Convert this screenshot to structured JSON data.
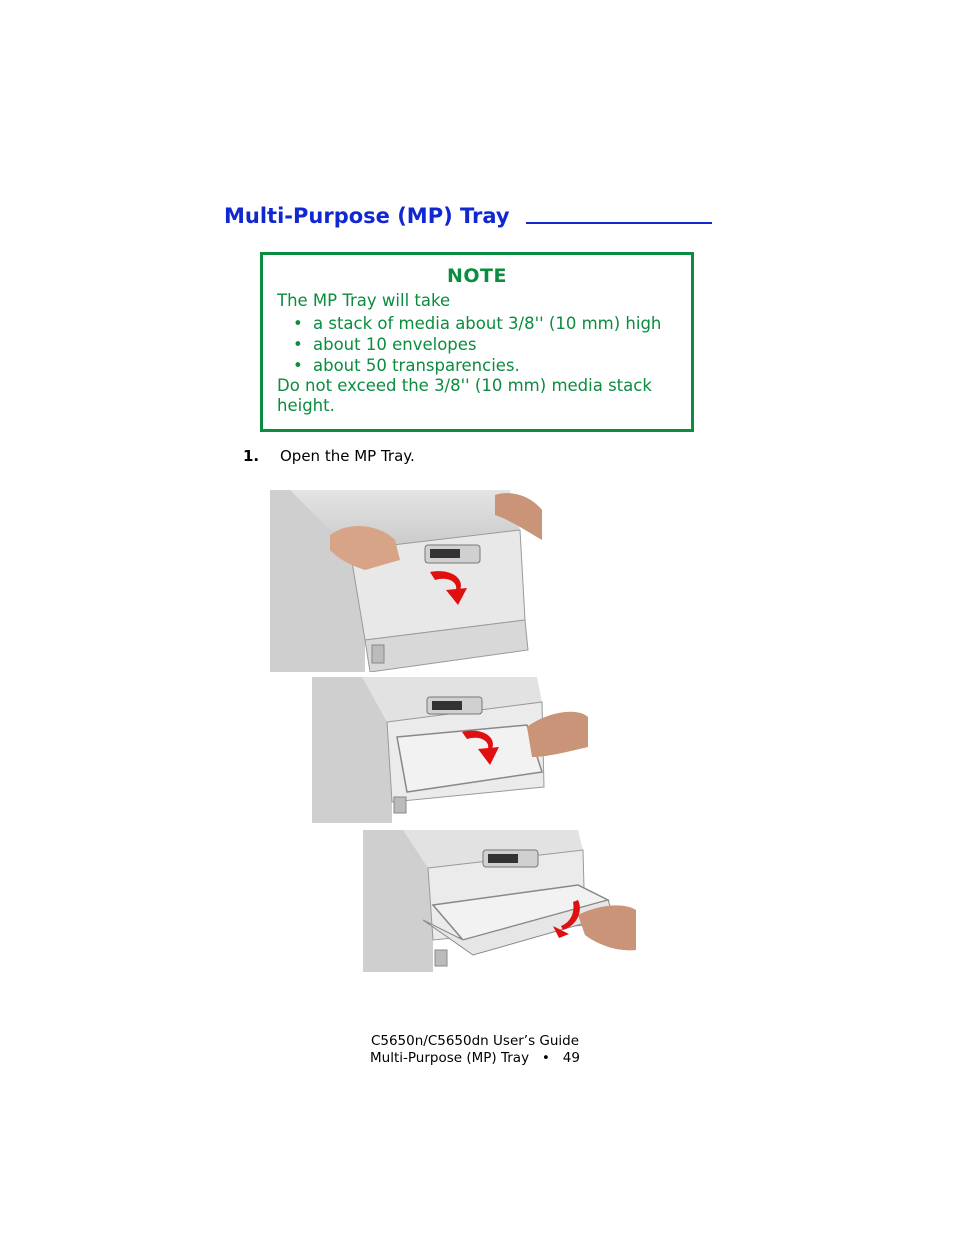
{
  "section_title": "Multi-Purpose (MP) Tray",
  "note": {
    "heading": "NOTE",
    "intro": "The MP Tray will take",
    "bullets": [
      "a stack of media about 3/8'' (10 mm) high",
      "about 10 envelopes",
      "about 50 transparencies."
    ],
    "warning_line1": "Do not exceed the 3/8'' (10 mm) media stack",
    "warning_line2": "height.",
    "color": "#0b8c3e"
  },
  "steps": [
    {
      "number": "1.",
      "text": "Open the MP Tray."
    }
  ],
  "images": [
    {
      "name": "photo-closing-front-cover",
      "description_icon": "printer-photo"
    },
    {
      "name": "photo-opening-mp-tray",
      "description_icon": "printer-photo"
    },
    {
      "name": "photo-extending-tray-support",
      "description_icon": "printer-photo"
    }
  ],
  "footer": {
    "line1": "C5650n/C5650dn User’s Guide",
    "line2": "Multi-Purpose (MP) Tray   •   49"
  },
  "colors": {
    "title": "#1128d0",
    "note": "#0b8c3e",
    "arrow": "#e01010"
  }
}
